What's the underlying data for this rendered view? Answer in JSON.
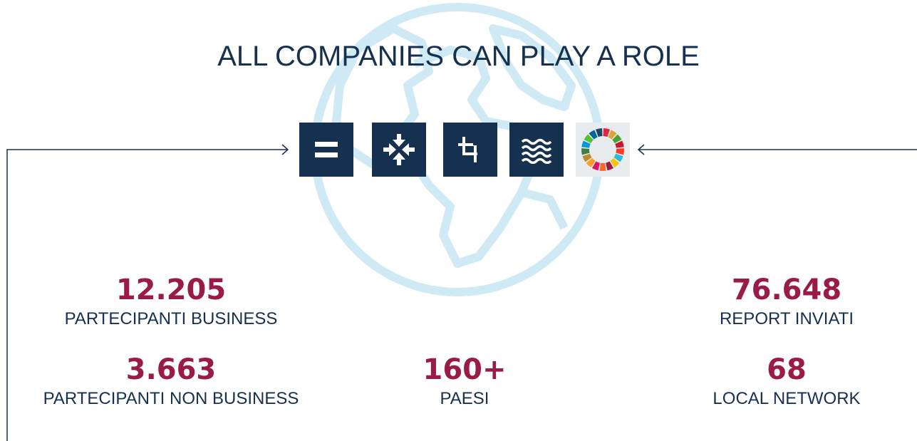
{
  "header": {
    "title": "ALL COMPANIES CAN PLAY A ROLE"
  },
  "icons": [
    {
      "name": "equal-icon"
    },
    {
      "name": "arrows-inward-icon"
    },
    {
      "name": "crop-icon"
    },
    {
      "name": "waves-icon"
    },
    {
      "name": "sdg-wheel-icon"
    }
  ],
  "colors": {
    "navy": "#16304f",
    "crimson": "#9b1b47",
    "globe": "#cfeaf4",
    "sdg": [
      "#e5243b",
      "#dda63a",
      "#4c9f38",
      "#c5192d",
      "#ff3a21",
      "#26bde2",
      "#fcc30b",
      "#a21942",
      "#fd6925",
      "#dd1367",
      "#fd9d24",
      "#bf8b2e",
      "#3f7e44",
      "#0a97d9",
      "#56c02b",
      "#00689d",
      "#19486a"
    ]
  },
  "stats": {
    "business_participants": {
      "value": "12.205",
      "label": "PARTECIPANTI BUSINESS"
    },
    "non_business_participants": {
      "value": "3.663",
      "label": "PARTECIPANTI NON BUSINESS"
    },
    "countries": {
      "value": "160+",
      "label": "PAESI"
    },
    "reports": {
      "value": "76.648",
      "label": "REPORT INVIATI"
    },
    "local_networks": {
      "value": "68",
      "label": "LOCAL NETWORK"
    }
  }
}
